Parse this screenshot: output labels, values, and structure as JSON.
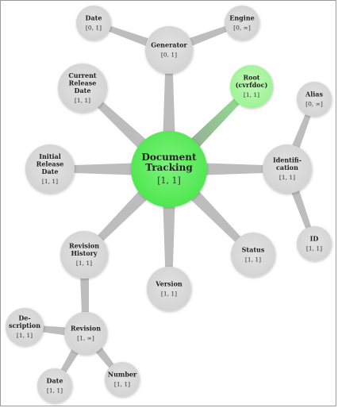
{
  "diagram": {
    "colors": {
      "root": "#5fee5f",
      "root_light": "#a8f59e",
      "node": "#d8d8d8",
      "edge": "#bdbdbd",
      "edge_green": "#8ee68e"
    },
    "center": {
      "title_lines": [
        "Document",
        "Tracking"
      ],
      "cardinality": "[1, 1]"
    },
    "nodes": {
      "generator": {
        "title_lines": [
          "Generator"
        ],
        "cardinality": "[0, 1]"
      },
      "gen_date": {
        "title_lines": [
          "Date"
        ],
        "cardinality": "[0, 1]"
      },
      "engine": {
        "title_lines": [
          "Engine"
        ],
        "cardinality": "[0, ∞]"
      },
      "root": {
        "title_lines": [
          "Root",
          "(cvrfdoc)"
        ],
        "cardinality": "[1, 1]"
      },
      "current_release": {
        "title_lines": [
          "Current",
          "Release",
          "Date"
        ],
        "cardinality": "[1, 1]"
      },
      "initial_release": {
        "title_lines": [
          "Initial",
          "Release",
          "Date"
        ],
        "cardinality": "[1, 1]"
      },
      "identification": {
        "title_lines": [
          "Identifi-",
          "cation"
        ],
        "cardinality": "[1, 1]"
      },
      "alias": {
        "title_lines": [
          "Alias"
        ],
        "cardinality": "[0, ∞]"
      },
      "id": {
        "title_lines": [
          "ID"
        ],
        "cardinality": "[1, 1]"
      },
      "status": {
        "title_lines": [
          "Status"
        ],
        "cardinality": "[1, 1]"
      },
      "version": {
        "title_lines": [
          "Version"
        ],
        "cardinality": "[1, 1]"
      },
      "revision_history": {
        "title_lines": [
          "Revision",
          "History"
        ],
        "cardinality": "[1, 1]"
      },
      "revision": {
        "title_lines": [
          "Revision"
        ],
        "cardinality": "[1, ∞]"
      },
      "description": {
        "title_lines": [
          "De-",
          "scription"
        ],
        "cardinality": "[1, 1]"
      },
      "rev_date": {
        "title_lines": [
          "Date"
        ],
        "cardinality": "[1, 1]"
      },
      "number": {
        "title_lines": [
          "Number"
        ],
        "cardinality": "[1, 1]"
      }
    }
  }
}
